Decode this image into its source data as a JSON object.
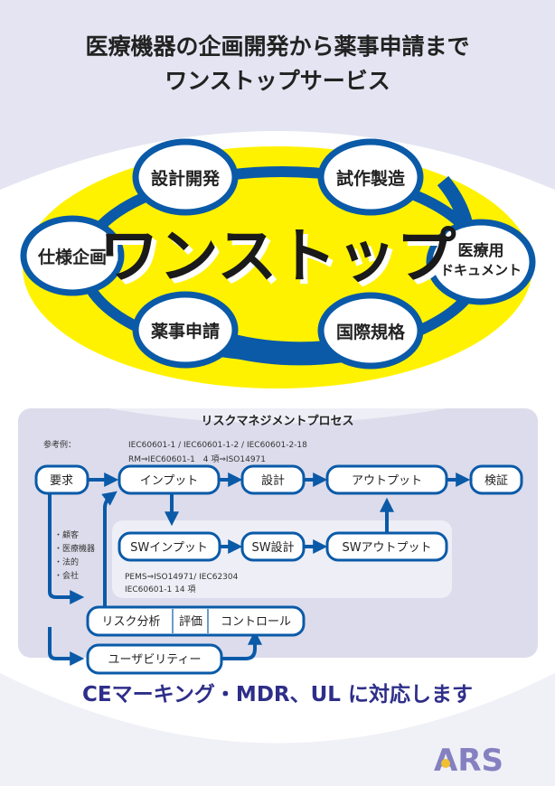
{
  "header": {
    "title_line1": "医療機器の企画開発から薬事申請まで",
    "title_line2": "ワンストップサービス"
  },
  "onestop": {
    "center_label": "ワンストップ",
    "steps": [
      "設計開発",
      "試作製造",
      "仕様企画",
      "医療用",
      "ドキュメント",
      "薬事申請",
      "国際規格"
    ]
  },
  "risk": {
    "title": "リスクマネジメントプロセス",
    "ref_label": "参考例：",
    "ref_line1": "IEC60601-1 / IEC60601-1-2 / IEC60601-2-18",
    "ref_line2": "RM⇒IEC60601-1　4 項⇒ISO14971",
    "boxes": {
      "requirement": "要求",
      "input": "インプット",
      "design": "設計",
      "output": "アウトプット",
      "verification": "検証",
      "sw_input": "SWインプット",
      "sw_design": "SW設計",
      "sw_output": "SWアウトプット",
      "risk_analysis": "リスク分析",
      "evaluation": "評価",
      "control": "コントロール",
      "usability": "ユーザビリティー"
    },
    "sources": [
      "・顧客",
      "・医療機器",
      "・法的",
      "・会社"
    ],
    "pems_line1": "PEMS⇒ISO14971/ IEC62304",
    "pems_line2": "IEC60601-1 14 項"
  },
  "footer": {
    "tagline": "CEマーキング・MDR、UL に対応します",
    "logo_text": "ARS"
  },
  "colors": {
    "blue": "#0a5aa8",
    "yellow": "#fff200",
    "navy": "#2e2e8a",
    "lavender": "#e4e4f2",
    "logo": "#8580c0",
    "logo_dot": "#f0c030"
  }
}
